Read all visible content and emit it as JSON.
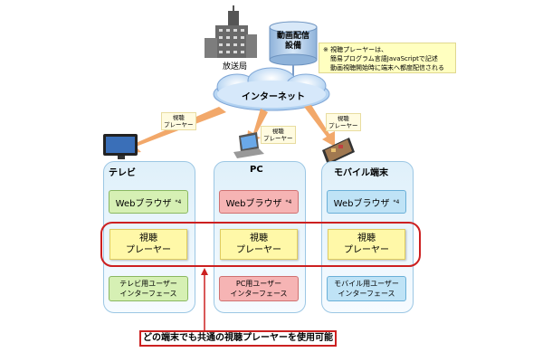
{
  "top": {
    "broadcaster_label": "放送局",
    "delivery_facility_label": [
      "動画配信",
      "設備"
    ],
    "internet_label": "インターネット"
  },
  "note": {
    "lines": [
      "※ 視聴プレーヤーは、",
      "簡易プログラム言語JavaScriptで記述",
      "動画視聴開始時に端末へ都度配信される"
    ]
  },
  "delivery_tags": [
    [
      "視聴",
      "プレーヤー"
    ],
    [
      "視聴",
      "プレーヤー"
    ],
    [
      "視聴",
      "プレーヤー"
    ]
  ],
  "columns": [
    {
      "label": "テレビ",
      "browser": "Webブラウザ",
      "footnote": "*4",
      "player": [
        "視聴",
        "プレーヤー"
      ],
      "ui": [
        "テレビ用ユーザー",
        "インターフェース"
      ],
      "theme": {
        "browser_bg": "#d6f0b4",
        "browser_border": "#8ab860",
        "ui_bg": "#d6f0b4",
        "ui_border": "#8ab860"
      }
    },
    {
      "label": "PC",
      "browser": "Webブラウザ",
      "footnote": "*4",
      "player": [
        "視聴",
        "プレーヤー"
      ],
      "ui": [
        "PC用ユーザー",
        "インターフェース"
      ],
      "theme": {
        "browser_bg": "#f6b4b4",
        "browser_border": "#d07070",
        "ui_bg": "#f6b4b4",
        "ui_border": "#d07070"
      }
    },
    {
      "label": "モバイル端末",
      "browser": "Webブラウザ",
      "footnote": "*4",
      "player": [
        "視聴",
        "プレーヤー"
      ],
      "ui": [
        "モバイル用ユーザー",
        "インターフェース"
      ],
      "theme": {
        "browser_bg": "#bfe3f6",
        "browser_border": "#6ab0d8",
        "ui_bg": "#bfe3f6",
        "ui_border": "#6ab0d8"
      }
    }
  ],
  "caption": "どの端末でも共通の視聴プレーヤーを使用可能",
  "colors": {
    "highlight_outline": "#cc2020",
    "delivery_arrow": "#f2a86a",
    "flow_arrow": "#9fb4d8",
    "cloud_fill": "#bcd8f4"
  }
}
